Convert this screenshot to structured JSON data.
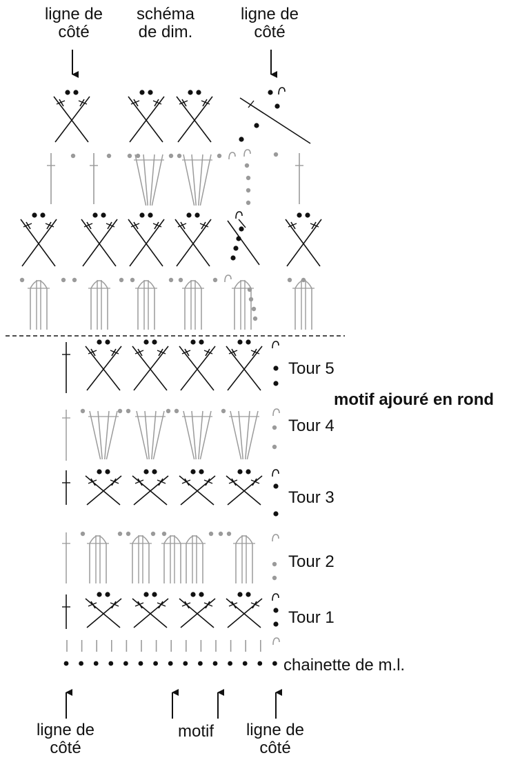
{
  "labels": {
    "top_left": {
      "line1": "ligne de",
      "line2": "côté"
    },
    "top_mid": {
      "line1": "schéma",
      "line2": "de dim."
    },
    "top_right": {
      "line1": "ligne de",
      "line2": "côté"
    },
    "bottom_left": {
      "line1": "ligne de",
      "line2": "côté"
    },
    "bottom_mid": "motif",
    "bottom_right": {
      "line1": "ligne de",
      "line2": "côté"
    },
    "title": "motif ajouré en rond",
    "chain": "chainette de m.l."
  },
  "rows": [
    "Tour 5",
    "Tour 4",
    "Tour 3",
    "Tour 2",
    "Tour 1"
  ],
  "colors": {
    "ink": "#111111",
    "faded": "#9a9a9a"
  }
}
